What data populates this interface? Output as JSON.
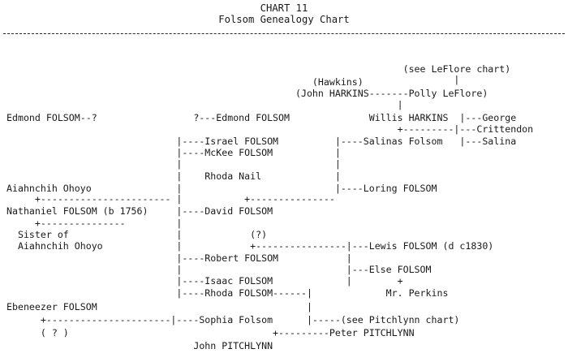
{
  "header": {
    "chart_number": "CHART 11",
    "title": "Folsom Genealogy Chart"
  },
  "lines": [
    "                                                                      (see LeFlore chart)",
    "                                                                               |",
    "                                                      (Hawkins)",
    "                                                   (John HARKINS-------Polly LeFlore)",
    "                                                                     |",
    "Edmond FOLSOM--?                 ?---Edmond FOLSOM              Willis HARKINS  |---George",
    "                                                                     +---------|---Crittendon",
    "                              |----Israel FOLSOM          |----Salinas Folsom   |---Salina",
    "                              |----McKee FOLSOM           |",
    "                              |                           |",
    "                              |    Rhoda Nail             |",
    "Aiahnchih Ohoyo               |                           |----Loring FOLSOM",
    "     +----------------------- |           +---------------",
    "Nathaniel FOLSOM (b 1756)     |----David FOLSOM",
    "     +---------------         |",
    "  Sister of                   |            (?)",
    "  Aiahnchih Ohoyo             |            +----------------|---Lewis FOLSOM (d c1830)",
    "                              |----Robert FOLSOM            |",
    "                              |                             |---Else FOLSOM",
    "                              |----Isaac FOLSOM             |        +",
    "                              |----Rhoda FOLSOM------|             Mr. Perkins",
    "Ebeneezer FOLSOM                                     |",
    "      +----------------------|----Sophia Folsom      |-----(see Pitchlynn chart)",
    "      ( ? )                                    +---------Peter PITCHLYNN",
    "                                 John PITCHLYNN"
  ]
}
